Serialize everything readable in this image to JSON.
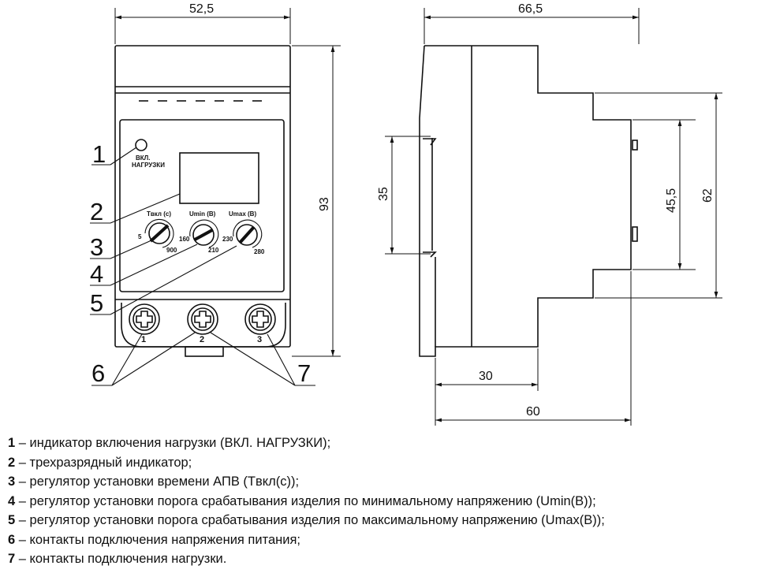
{
  "dimensions": {
    "front_width": "52,5",
    "front_height": "93",
    "side_depth": "66,5",
    "rail_height": "35",
    "window_height": "45,5",
    "body_height": "62",
    "rail_depth": "30",
    "total_depth": "60"
  },
  "front_panel": {
    "indicator_label_line1": "ВКЛ.",
    "indicator_label_line2": "НАГРУЗКИ",
    "knobs": [
      {
        "title": "Tвкл (с)",
        "min": "5",
        "max": "900"
      },
      {
        "title": "Umin (В)",
        "min": "160",
        "max": "210"
      },
      {
        "title": "Umax (В)",
        "min": "230",
        "max": "280"
      }
    ],
    "terminals": [
      "1",
      "2",
      "3"
    ]
  },
  "callouts": [
    "1",
    "2",
    "3",
    "4",
    "5",
    "6",
    "7"
  ],
  "legend": [
    {
      "num": "1",
      "text": " – индикатор включения нагрузки (ВКЛ. НАГРУЗКИ);"
    },
    {
      "num": "2",
      "text": " – трехразрядный индикатор;"
    },
    {
      "num": "3",
      "text": " – регулятор установки времени  АПВ (Tвкл(с));"
    },
    {
      "num": "4",
      "text": " – регулятор установки порога  срабатывания  изделия по  минимальному напряжению  (Umin(В));"
    },
    {
      "num": "5",
      "text": " – регулятор установки порога срабатывания  изделия по  максимальному  напряжению (Umax(В));"
    },
    {
      "num": "6",
      "text": " – контакты подключения напряжения питания;"
    },
    {
      "num": "7",
      "text": " – контакты подключения нагрузки."
    }
  ]
}
